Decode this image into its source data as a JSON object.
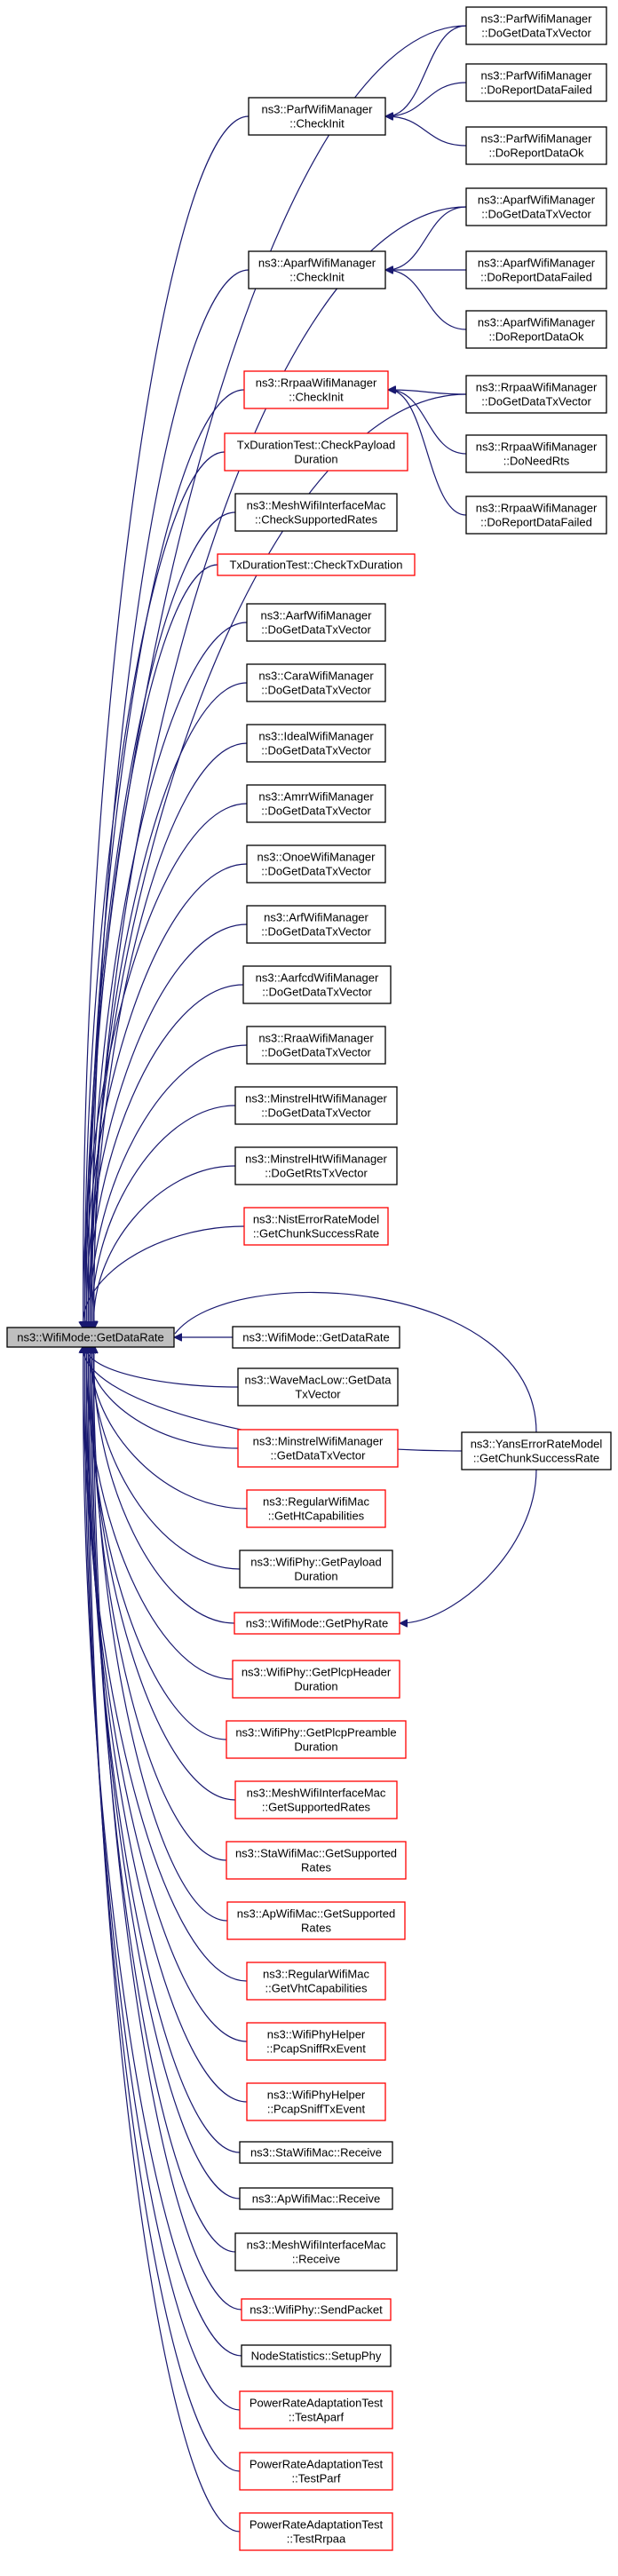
{
  "graph": {
    "root": "ns3::WifiMode::GetDataRate",
    "nodes": [
      {
        "id": "root",
        "lines": [
          "ns3::WifiMode::GetDataRate"
        ],
        "style": "root"
      },
      {
        "id": "parf-checkinit",
        "lines": [
          "ns3::ParfWifiManager",
          "::CheckInit"
        ],
        "style": "black"
      },
      {
        "id": "parf-dogetdatatx",
        "lines": [
          "ns3::ParfWifiManager",
          "::DoGetDataTxVector"
        ],
        "style": "black"
      },
      {
        "id": "parf-doreportfailed",
        "lines": [
          "ns3::ParfWifiManager",
          "::DoReportDataFailed"
        ],
        "style": "black"
      },
      {
        "id": "parf-doreportok",
        "lines": [
          "ns3::ParfWifiManager",
          "::DoReportDataOk"
        ],
        "style": "black"
      },
      {
        "id": "aparf-checkinit",
        "lines": [
          "ns3::AparfWifiManager",
          "::CheckInit"
        ],
        "style": "black"
      },
      {
        "id": "aparf-dogetdatatx",
        "lines": [
          "ns3::AparfWifiManager",
          "::DoGetDataTxVector"
        ],
        "style": "black"
      },
      {
        "id": "aparf-doreportfailed",
        "lines": [
          "ns3::AparfWifiManager",
          "::DoReportDataFailed"
        ],
        "style": "black"
      },
      {
        "id": "aparf-doreportok",
        "lines": [
          "ns3::AparfWifiManager",
          "::DoReportDataOk"
        ],
        "style": "black"
      },
      {
        "id": "rrpaa-checkinit",
        "lines": [
          "ns3::RrpaaWifiManager",
          "::CheckInit"
        ],
        "style": "red"
      },
      {
        "id": "rrpaa-dogetdatatx",
        "lines": [
          "ns3::RrpaaWifiManager",
          "::DoGetDataTxVector"
        ],
        "style": "black"
      },
      {
        "id": "rrpaa-doneedrts",
        "lines": [
          "ns3::RrpaaWifiManager",
          "::DoNeedRts"
        ],
        "style": "black"
      },
      {
        "id": "rrpaa-doreportfailed",
        "lines": [
          "ns3::RrpaaWifiManager",
          "::DoReportDataFailed"
        ],
        "style": "black"
      },
      {
        "id": "txdur-checkpayload",
        "lines": [
          "TxDurationTest::CheckPayload",
          "Duration"
        ],
        "style": "red"
      },
      {
        "id": "mesh-checksupported",
        "lines": [
          "ns3::MeshWifiInterfaceMac",
          "::CheckSupportedRates"
        ],
        "style": "black"
      },
      {
        "id": "txdur-checktxduration",
        "lines": [
          "TxDurationTest::CheckTxDuration"
        ],
        "style": "red"
      },
      {
        "id": "aarf-dogetdatatx",
        "lines": [
          "ns3::AarfWifiManager",
          "::DoGetDataTxVector"
        ],
        "style": "black"
      },
      {
        "id": "cara-dogetdatatx",
        "lines": [
          "ns3::CaraWifiManager",
          "::DoGetDataTxVector"
        ],
        "style": "black"
      },
      {
        "id": "ideal-dogetdatatx",
        "lines": [
          "ns3::IdealWifiManager",
          "::DoGetDataTxVector"
        ],
        "style": "black"
      },
      {
        "id": "amrr-dogetdatatx",
        "lines": [
          "ns3::AmrrWifiManager",
          "::DoGetDataTxVector"
        ],
        "style": "black"
      },
      {
        "id": "onoe-dogetdatatx",
        "lines": [
          "ns3::OnoeWifiManager",
          "::DoGetDataTxVector"
        ],
        "style": "black"
      },
      {
        "id": "arf-dogetdatatx",
        "lines": [
          "ns3::ArfWifiManager",
          "::DoGetDataTxVector"
        ],
        "style": "black"
      },
      {
        "id": "aarfcd-dogetdatatx",
        "lines": [
          "ns3::AarfcdWifiManager",
          "::DoGetDataTxVector"
        ],
        "style": "black"
      },
      {
        "id": "rraa-dogetdatatx",
        "lines": [
          "ns3::RraaWifiManager",
          "::DoGetDataTxVector"
        ],
        "style": "black"
      },
      {
        "id": "minstrelht-dogetdatatx",
        "lines": [
          "ns3::MinstrelHtWifiManager",
          "::DoGetDataTxVector"
        ],
        "style": "black"
      },
      {
        "id": "minstrelht-dogetrts",
        "lines": [
          "ns3::MinstrelHtWifiManager",
          "::DoGetRtsTxVector"
        ],
        "style": "black"
      },
      {
        "id": "nist-getchunk",
        "lines": [
          "ns3::NistErrorRateModel",
          "::GetChunkSuccessRate"
        ],
        "style": "red"
      },
      {
        "id": "wifimode-getdatarate",
        "lines": [
          "ns3::WifiMode::GetDataRate"
        ],
        "style": "black"
      },
      {
        "id": "wavemaclow-getdatatx",
        "lines": [
          "ns3::WaveMacLow::GetData",
          "TxVector"
        ],
        "style": "black"
      },
      {
        "id": "minstrel-getdatatx",
        "lines": [
          "ns3::MinstrelWifiManager",
          "::GetDataTxVector"
        ],
        "style": "red"
      },
      {
        "id": "regular-gethtcap",
        "lines": [
          "ns3::RegularWifiMac",
          "::GetHtCapabilities"
        ],
        "style": "red"
      },
      {
        "id": "wifiphy-getpayload",
        "lines": [
          "ns3::WifiPhy::GetPayload",
          "Duration"
        ],
        "style": "black"
      },
      {
        "id": "wifimode-getphyrate",
        "lines": [
          "ns3::WifiMode::GetPhyRate"
        ],
        "style": "red"
      },
      {
        "id": "yans-getchunk",
        "lines": [
          "ns3::YansErrorRateModel",
          "::GetChunkSuccessRate"
        ],
        "style": "black"
      },
      {
        "id": "wifiphy-getplcpheader",
        "lines": [
          "ns3::WifiPhy::GetPlcpHeader",
          "Duration"
        ],
        "style": "red"
      },
      {
        "id": "wifiphy-getplcppreamble",
        "lines": [
          "ns3::WifiPhy::GetPlcpPreamble",
          "Duration"
        ],
        "style": "red"
      },
      {
        "id": "mesh-getsupported",
        "lines": [
          "ns3::MeshWifiInterfaceMac",
          "::GetSupportedRates"
        ],
        "style": "red"
      },
      {
        "id": "sta-getsupported",
        "lines": [
          "ns3::StaWifiMac::GetSupported",
          "Rates"
        ],
        "style": "red"
      },
      {
        "id": "ap-getsupported",
        "lines": [
          "ns3::ApWifiMac::GetSupported",
          "Rates"
        ],
        "style": "red"
      },
      {
        "id": "regular-getvhtcap",
        "lines": [
          "ns3::RegularWifiMac",
          "::GetVhtCapabilities"
        ],
        "style": "red"
      },
      {
        "id": "phyhelper-rx",
        "lines": [
          "ns3::WifiPhyHelper",
          "::PcapSniffRxEvent"
        ],
        "style": "red"
      },
      {
        "id": "phyhelper-tx",
        "lines": [
          "ns3::WifiPhyHelper",
          "::PcapSniffTxEvent"
        ],
        "style": "red"
      },
      {
        "id": "sta-receive",
        "lines": [
          "ns3::StaWifiMac::Receive"
        ],
        "style": "black"
      },
      {
        "id": "ap-receive",
        "lines": [
          "ns3::ApWifiMac::Receive"
        ],
        "style": "black"
      },
      {
        "id": "mesh-receive",
        "lines": [
          "ns3::MeshWifiInterfaceMac",
          "::Receive"
        ],
        "style": "black"
      },
      {
        "id": "wifiphy-sendpacket",
        "lines": [
          "ns3::WifiPhy::SendPacket"
        ],
        "style": "red"
      },
      {
        "id": "nodestats-setupphy",
        "lines": [
          "NodeStatistics::SetupPhy"
        ],
        "style": "black"
      },
      {
        "id": "pra-testaparf",
        "lines": [
          "PowerRateAdaptationTest",
          "::TestAparf"
        ],
        "style": "red"
      },
      {
        "id": "pra-testparf",
        "lines": [
          "PowerRateAdaptationTest",
          "::TestParf"
        ],
        "style": "red"
      },
      {
        "id": "pra-testrrpaa",
        "lines": [
          "PowerRateAdaptationTest",
          "::TestRrpaa"
        ],
        "style": "red"
      }
    ],
    "edges": [
      [
        "parf-checkinit",
        "root"
      ],
      [
        "parf-dogetdatatx",
        "root"
      ],
      [
        "parf-dogetdatatx",
        "parf-checkinit"
      ],
      [
        "parf-doreportfailed",
        "parf-checkinit"
      ],
      [
        "parf-doreportok",
        "parf-checkinit"
      ],
      [
        "aparf-checkinit",
        "root"
      ],
      [
        "aparf-dogetdatatx",
        "root"
      ],
      [
        "aparf-dogetdatatx",
        "aparf-checkinit"
      ],
      [
        "aparf-doreportfailed",
        "aparf-checkinit"
      ],
      [
        "aparf-doreportok",
        "aparf-checkinit"
      ],
      [
        "rrpaa-checkinit",
        "root"
      ],
      [
        "rrpaa-dogetdatatx",
        "root"
      ],
      [
        "rrpaa-dogetdatatx",
        "rrpaa-checkinit"
      ],
      [
        "rrpaa-doneedrts",
        "rrpaa-checkinit"
      ],
      [
        "rrpaa-doreportfailed",
        "rrpaa-checkinit"
      ],
      [
        "txdur-checkpayload",
        "root"
      ],
      [
        "mesh-checksupported",
        "root"
      ],
      [
        "txdur-checktxduration",
        "root"
      ],
      [
        "aarf-dogetdatatx",
        "root"
      ],
      [
        "cara-dogetdatatx",
        "root"
      ],
      [
        "ideal-dogetdatatx",
        "root"
      ],
      [
        "amrr-dogetdatatx",
        "root"
      ],
      [
        "onoe-dogetdatatx",
        "root"
      ],
      [
        "arf-dogetdatatx",
        "root"
      ],
      [
        "aarfcd-dogetdatatx",
        "root"
      ],
      [
        "rraa-dogetdatatx",
        "root"
      ],
      [
        "minstrelht-dogetdatatx",
        "root"
      ],
      [
        "minstrelht-dogetrts",
        "root"
      ],
      [
        "nist-getchunk",
        "root"
      ],
      [
        "wifimode-getdatarate",
        "root"
      ],
      [
        "wavemaclow-getdatatx",
        "root"
      ],
      [
        "minstrel-getdatatx",
        "root"
      ],
      [
        "regular-gethtcap",
        "root"
      ],
      [
        "wifiphy-getpayload",
        "root"
      ],
      [
        "wifimode-getphyrate",
        "root"
      ],
      [
        "yans-getchunk",
        "root"
      ],
      [
        "yans-getchunk",
        "wifimode-getphyrate"
      ],
      [
        "wifiphy-getplcpheader",
        "root"
      ],
      [
        "wifiphy-getplcppreamble",
        "root"
      ],
      [
        "mesh-getsupported",
        "root"
      ],
      [
        "sta-getsupported",
        "root"
      ],
      [
        "ap-getsupported",
        "root"
      ],
      [
        "regular-getvhtcap",
        "root"
      ],
      [
        "phyhelper-rx",
        "root"
      ],
      [
        "phyhelper-tx",
        "root"
      ],
      [
        "sta-receive",
        "root"
      ],
      [
        "ap-receive",
        "root"
      ],
      [
        "mesh-receive",
        "root"
      ],
      [
        "wifiphy-sendpacket",
        "root"
      ],
      [
        "nodestats-setupphy",
        "root"
      ],
      [
        "pra-testaparf",
        "root"
      ],
      [
        "pra-testparf",
        "root"
      ],
      [
        "pra-testrrpaa",
        "root"
      ]
    ]
  }
}
